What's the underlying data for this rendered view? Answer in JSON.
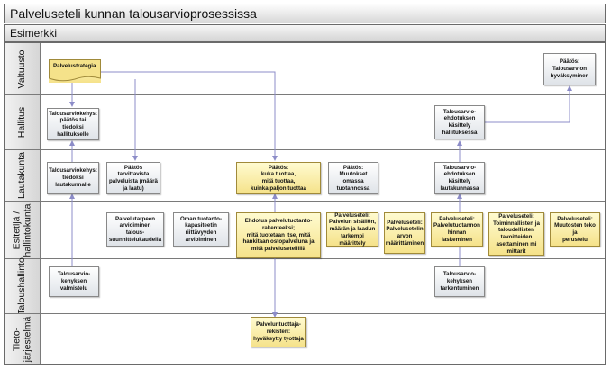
{
  "title": "Palveluseteli kunnan talousarvioprosessissa",
  "subtitle": "Esimerkki",
  "lanes": [
    {
      "label": "Valtuusto"
    },
    {
      "label": "Hallitus"
    },
    {
      "label": "Lautakunta"
    },
    {
      "label": "Esitetijä /\nhallintokunta"
    },
    {
      "label": "Taloushallinto"
    },
    {
      "label": "Tieto-\njärjestelmä"
    }
  ],
  "boxes": {
    "palvelustrategia": "Palvelustrategia",
    "paatos_talousarvio": "Päätös:\nTalousarvion\nhyväksyminen",
    "talousarviokehys_hallitus": "Talousarviokehys:\npäätös tai tiedoksi\nhallitukselle",
    "ehdotus_hallitus": "Talousarvio-\nehdotuksen\nkäsittely\nhallituksessa",
    "talousarviokehys_lautakunta": "Talousarviokehys:\ntiedoksi\nlautakunnalle",
    "paatos_palvelut": "Päätös tarvittavista\npalveluista (määrä\nja laatu)",
    "paatos_kuka": "Päätös:\nkuka tuottaa,\nmitä tuottaa,\nkuinka paljon tuottaa",
    "paatos_muutokset": "Päätös:\nMuutokset\nomassa\ntuotannossa",
    "ehdotus_lautakunta": "Talousarvio-\nehdotuksen\nkäsittely\nlautakunnassa",
    "palvelutarpeen_arviointi": "Palvelutarpeen\narvioiminen\ntalous-\nsuunnittelukaudella",
    "oman_tuotanto": "Oman tuotanto-\nkapasiteetin\nriittävyyden\narvioiminen",
    "ehdotus_rakenne": "Ehdotus palvelutuotanto-\nrakenteeksi;\nmitä tuotetaan itse, mitä\nhankitaan ostopalveluna ja\nmitä palveluseteliillä",
    "ps_sisalto": "Palveluseteli:\nPalvelun sisällön,\nmäärän ja laadun\ntarkempi määrittely",
    "ps_arvo": "Palveluseteli:\nPalvelusetelin\narvon\nmäärittäminen",
    "ps_hinta": "Palveluseteli:\nPalvelutuotannon\nhinnan laskeminen",
    "ps_tavoitteet": "Palveluseteli:\nToiminnallisten ja\ntaloudellisten\ntavoitteiden\nasettaminen mi\nmittarit",
    "ps_muutosten": "Palveluseteli:\nMuutosten teko ja\nperustelu",
    "kehys_valmistelu": "Talousarvio-\nkehyksen\nvalmistelu",
    "kehys_tarkentuminen": "Talousarvio-\nkehyksen\ntarkentuminen",
    "rekisteri": "Palveluntuottaja-\nrekisteri:\nhyväksytty tyottaja"
  },
  "colors": {
    "process_fill": "#dfe3e8",
    "highlight_fill": "#f5e28a",
    "arrow": "#8c8cc8",
    "lane_border": "#7a7a7a"
  }
}
